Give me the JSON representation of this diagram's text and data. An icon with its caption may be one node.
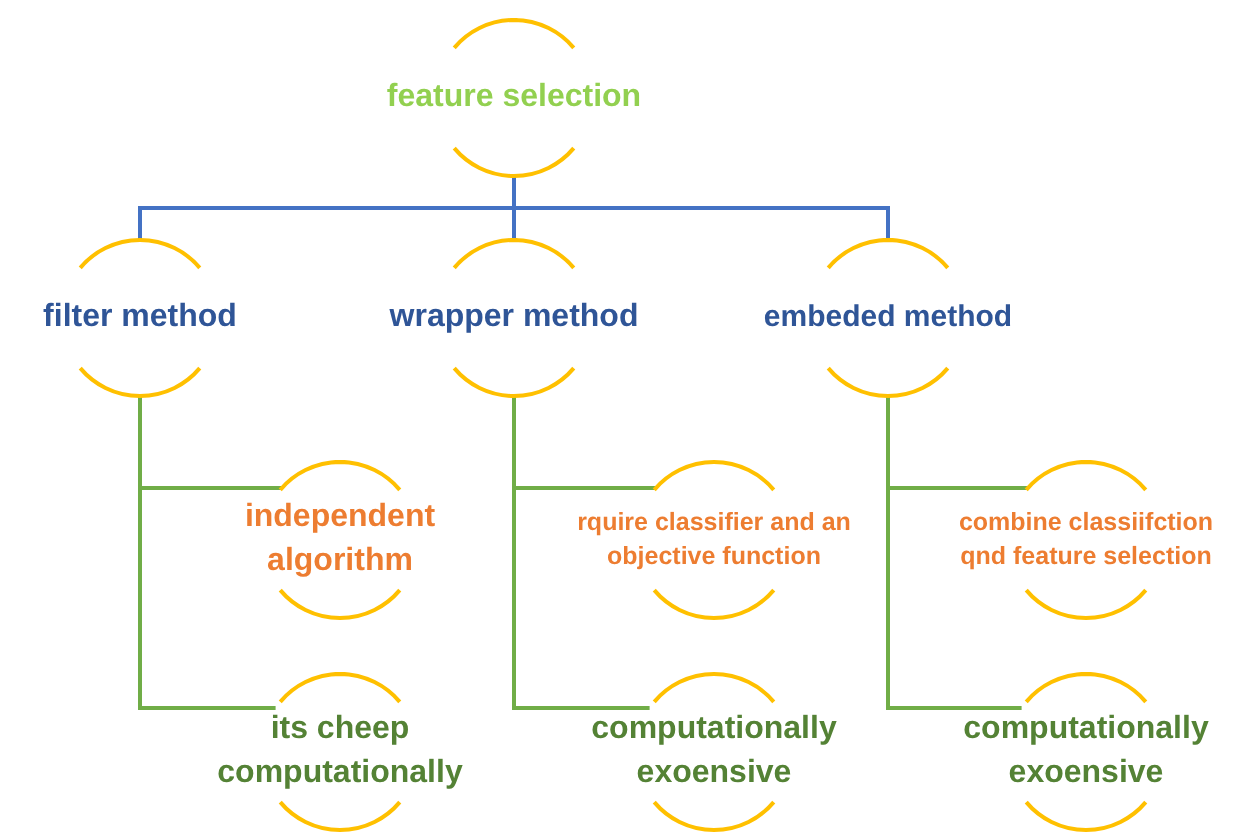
{
  "diagram": {
    "nodes": [
      {
        "text": [
          "feature selection"
        ]
      },
      {
        "text": [
          "filter method"
        ]
      },
      {
        "text": [
          "wrapper method"
        ]
      },
      {
        "text": [
          "embeded method"
        ]
      },
      {
        "text": [
          "independent algorithm"
        ]
      },
      {
        "text": [
          "its cheep computationally"
        ]
      },
      {
        "text": [
          "rquire classifier and an objective function"
        ]
      },
      {
        "text": [
          "computationally exoensive"
        ]
      },
      {
        "text": [
          "combine classiifction qnd feature selection"
        ]
      },
      {
        "text": [
          "computationally exoensive"
        ]
      }
    ],
    "edges": [
      {
        "from": 0,
        "to": 1,
        "arrow": "none",
        "color": "#4472c4"
      },
      {
        "from": 0,
        "to": 2,
        "arrow": "none",
        "color": "#4472c4"
      },
      {
        "from": 0,
        "to": 3,
        "arrow": "none",
        "color": "#4472c4"
      },
      {
        "from": 1,
        "to": 4,
        "arrow": "none"
      },
      {
        "from": 1,
        "to": 5,
        "arrow": "none"
      },
      {
        "from": 2,
        "to": 6,
        "arrow": "none"
      },
      {
        "from": 2,
        "to": 7,
        "arrow": "none"
      },
      {
        "from": 3,
        "to": 8,
        "arrow": "none"
      },
      {
        "from": 3,
        "to": 9,
        "arrow": "none"
      }
    ]
  }
}
